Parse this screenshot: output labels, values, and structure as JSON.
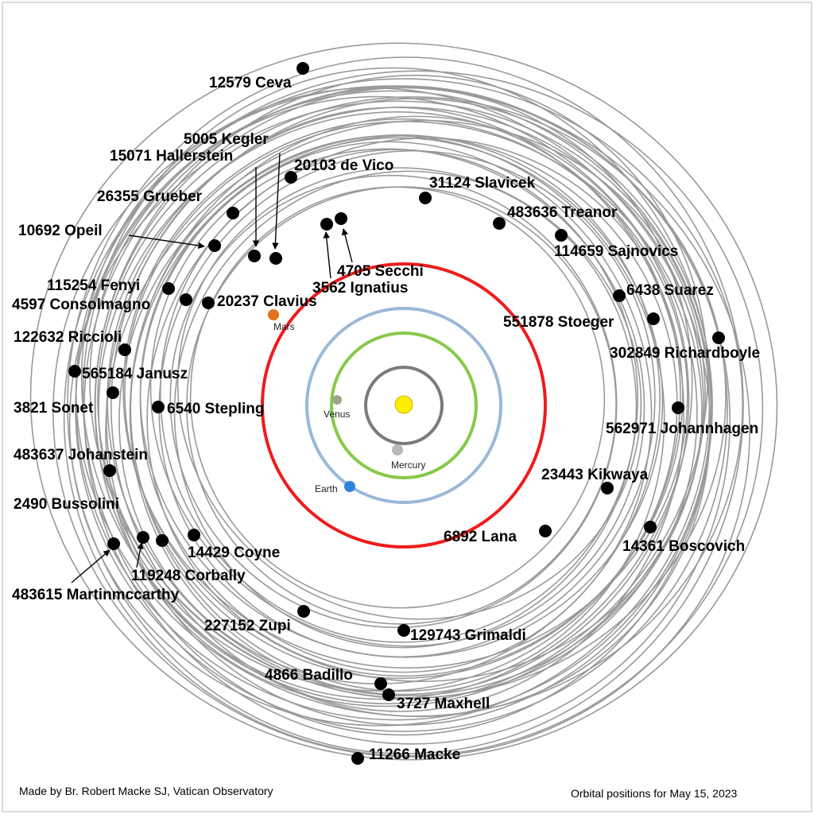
{
  "sun": {
    "name": "Sun",
    "color": "#ffee00"
  },
  "planets": [
    {
      "name": "Mercury",
      "color": "#7a7a7a",
      "dot": "#b8b8b8"
    },
    {
      "name": "Venus",
      "color": "#86c94a",
      "dot": "#9aa78a"
    },
    {
      "name": "Earth",
      "color": "#9ab8d8",
      "dot": "#2f86d9"
    },
    {
      "name": "Mars",
      "color": "#ee1c1c",
      "dot": "#e5701f"
    }
  ],
  "asteroid_orbit_color": "#999999",
  "asteroids": [
    {
      "name": "12579 Ceva"
    },
    {
      "name": "5005 Kegler"
    },
    {
      "name": "15071 Hallerstein"
    },
    {
      "name": "20103 de Vico"
    },
    {
      "name": "31124 Slavicek"
    },
    {
      "name": "26355 Grueber"
    },
    {
      "name": "483636 Treanor"
    },
    {
      "name": "10692 Opeil"
    },
    {
      "name": "114659 Sajnovics"
    },
    {
      "name": "4705 Secchi"
    },
    {
      "name": "3562 Ignatius"
    },
    {
      "name": "115254 Fenyi"
    },
    {
      "name": "4597 Consolmagno"
    },
    {
      "name": "20237 Clavius"
    },
    {
      "name": "6438 Suarez"
    },
    {
      "name": "551878 Stoeger"
    },
    {
      "name": "122632 Riccioli"
    },
    {
      "name": "302849 Richardboyle"
    },
    {
      "name": "565184 Janusz"
    },
    {
      "name": "3821 Sonet"
    },
    {
      "name": "6540 Stepling"
    },
    {
      "name": "562971 Johannhagen"
    },
    {
      "name": "483637 Johanstein"
    },
    {
      "name": "23443 Kikwaya"
    },
    {
      "name": "2490 Bussolini"
    },
    {
      "name": "6892 Lana"
    },
    {
      "name": "14361 Boscovich"
    },
    {
      "name": "14429 Coyne"
    },
    {
      "name": "119248 Corbally"
    },
    {
      "name": "483615 Martinmccarthy"
    },
    {
      "name": "227152 Zupi"
    },
    {
      "name": "129743 Grimaldi"
    },
    {
      "name": "4866 Badillo"
    },
    {
      "name": "3727 Maxhell"
    },
    {
      "name": "11266 Macke"
    }
  ],
  "credit_left": "Made by Br. Robert Macke SJ, Vatican Observatory",
  "credit_right": "Orbital positions for May 15, 2023"
}
